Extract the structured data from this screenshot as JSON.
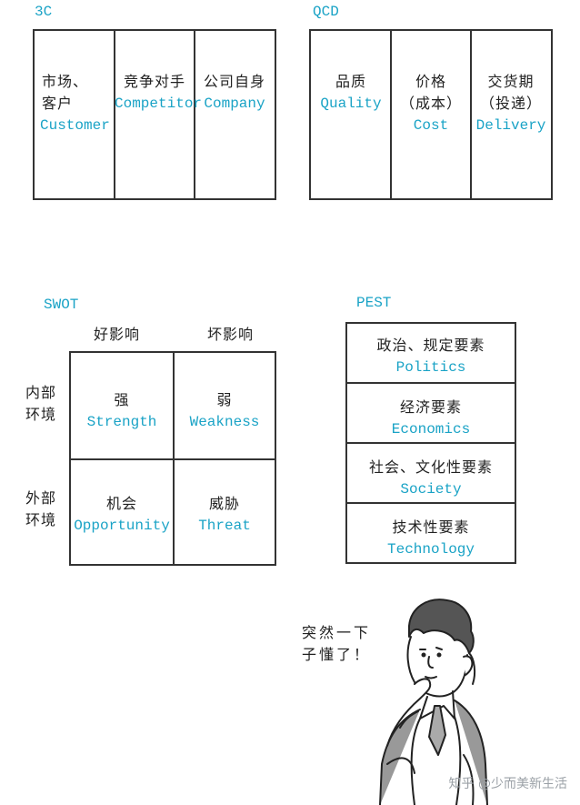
{
  "qc3": {
    "title": "3C",
    "cells": [
      {
        "zh1": "市场、",
        "zh2": "客户",
        "en": "Customer"
      },
      {
        "zh1": "竞争对手",
        "zh2": "",
        "en": "Competitor"
      },
      {
        "zh1": "公司自身",
        "zh2": "",
        "en": "Company"
      }
    ]
  },
  "qcd": {
    "title": "QCD",
    "cells": [
      {
        "zh1": "品质",
        "zh2": "",
        "en": "Quality"
      },
      {
        "zh1": "价格",
        "zh2": "（成本）",
        "en": "Cost"
      },
      {
        "zh1": "交货期",
        "zh2": "（投递）",
        "en": "Delivery"
      }
    ]
  },
  "swot": {
    "title": "SWOT",
    "col_headers": [
      "好影响",
      "坏影响"
    ],
    "row_headers": [
      {
        "l1": "内部",
        "l2": "环境"
      },
      {
        "l1": "外部",
        "l2": "环境"
      }
    ],
    "cells": [
      {
        "zh": "强",
        "en": "Strength"
      },
      {
        "zh": "弱",
        "en": "Weakness"
      },
      {
        "zh": "机会",
        "en": "Opportunity"
      },
      {
        "zh": "威胁",
        "en": "Threat"
      }
    ]
  },
  "pest": {
    "title": "PEST",
    "rows": [
      {
        "zh": "政治、规定要素",
        "en": "Politics"
      },
      {
        "zh": "经济要素",
        "en": "Economics"
      },
      {
        "zh": "社会、文化性要素",
        "en": "Society"
      },
      {
        "zh": "技术性要素",
        "en": "Technology"
      }
    ]
  },
  "speech": {
    "line1": "突然一下",
    "line2": "子懂了！"
  },
  "watermark": "知乎 @少而美新生活"
}
